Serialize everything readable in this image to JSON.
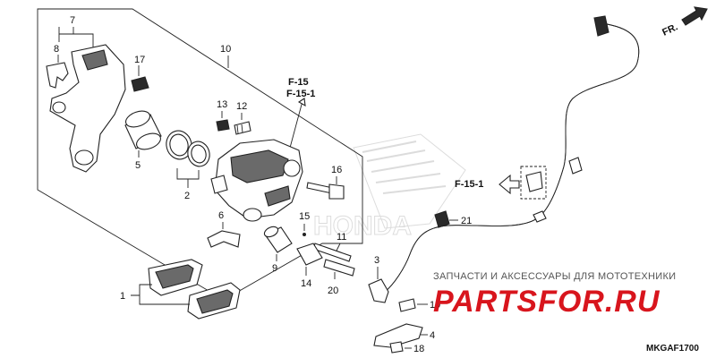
{
  "labels": {
    "p1": "1",
    "p2": "2",
    "p3": "3",
    "p4": "4",
    "p5": "5",
    "p6": "6",
    "p7": "7",
    "p8": "8",
    "p9": "9",
    "p10": "10",
    "p11": "11",
    "p12": "12",
    "p13": "13",
    "p14": "14",
    "p15": "15",
    "p16": "16",
    "p17": "17",
    "p18": "18",
    "p19": "19",
    "p20": "20",
    "p21": "21"
  },
  "refs": {
    "f15": "F-15",
    "f151": "F-15-1",
    "f151_side": "F-15-1"
  },
  "direction": "FR.",
  "watermark": {
    "text": "ЗАПЧАСТИ И АКСЕССУАРЫ ДЛЯ МОТОТЕХНИКИ",
    "logo": "PARTSFOR.RU",
    "brand": "HONDA"
  },
  "diagram_code": "MKGAF1700",
  "colors": {
    "logo_red": "#d8151d",
    "line": "#222222"
  }
}
